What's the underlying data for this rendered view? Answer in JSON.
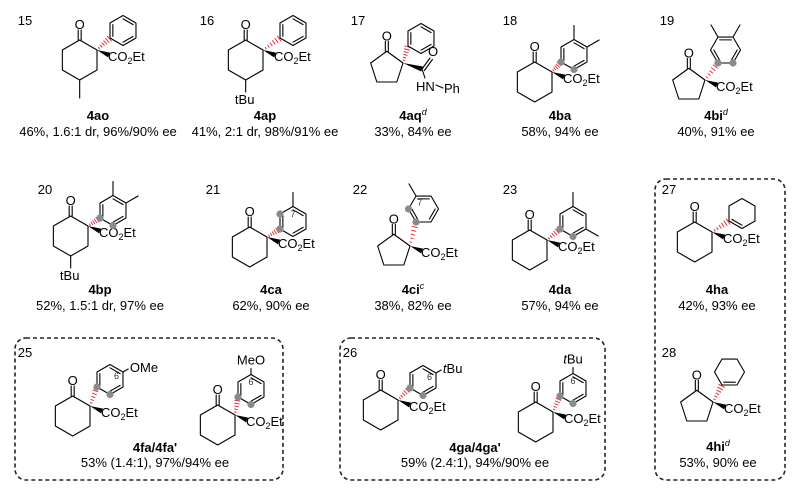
{
  "labels": {
    "oxygen": "O",
    "ester_co": "CO",
    "ester_sub": "2",
    "ester_et": "Et",
    "amide_hn": "HN",
    "amide_ph": "Ph",
    "tbu_ring": "tBu",
    "tbu_t": "t",
    "tbu_bu": "Bu",
    "ome": "OMe",
    "meo": "MeO",
    "pos6": "6",
    "pos7": "7"
  },
  "colors": {
    "hashed_bond": "#e8303a",
    "highlight_dot": "#8a8a8a",
    "line": "#000000"
  },
  "entries": [
    {
      "number": "15",
      "compound": "4ao",
      "sup": "",
      "result": "46%, 1.6:1 dr, 96%/90% ee"
    },
    {
      "number": "16",
      "compound": "4ap",
      "sup": "",
      "result": "41%, 2:1 dr, 98%/91% ee"
    },
    {
      "number": "17",
      "compound": "4aq",
      "sup": "d",
      "result": "33%, 84% ee"
    },
    {
      "number": "18",
      "compound": "4ba",
      "sup": "",
      "result": "58%, 94% ee"
    },
    {
      "number": "19",
      "compound": "4bi",
      "sup": "d",
      "result": "40%, 91% ee"
    },
    {
      "number": "20",
      "compound": "4bp",
      "sup": "",
      "result": "52%, 1.5:1 dr, 97% ee"
    },
    {
      "number": "21",
      "compound": "4ca",
      "sup": "",
      "result": "62%, 90% ee"
    },
    {
      "number": "22",
      "compound": "4ci",
      "sup": "c",
      "result": "38%, 82% ee"
    },
    {
      "number": "23",
      "compound": "4da",
      "sup": "",
      "result": "57%, 94% ee"
    },
    {
      "number": "27",
      "compound": "4ha",
      "sup": "",
      "result": "42%, 93% ee"
    },
    {
      "number": "25",
      "compound": "4fa/4fa'",
      "sup": "",
      "result": "53% (1.4:1), 97%/94% ee"
    },
    {
      "number": "26",
      "compound": "4ga/4ga'",
      "sup": "",
      "result": "59% (2.4:1), 94%/90% ee"
    },
    {
      "number": "28",
      "compound": "4hi",
      "sup": "d",
      "result": "53%, 90% ee"
    }
  ]
}
